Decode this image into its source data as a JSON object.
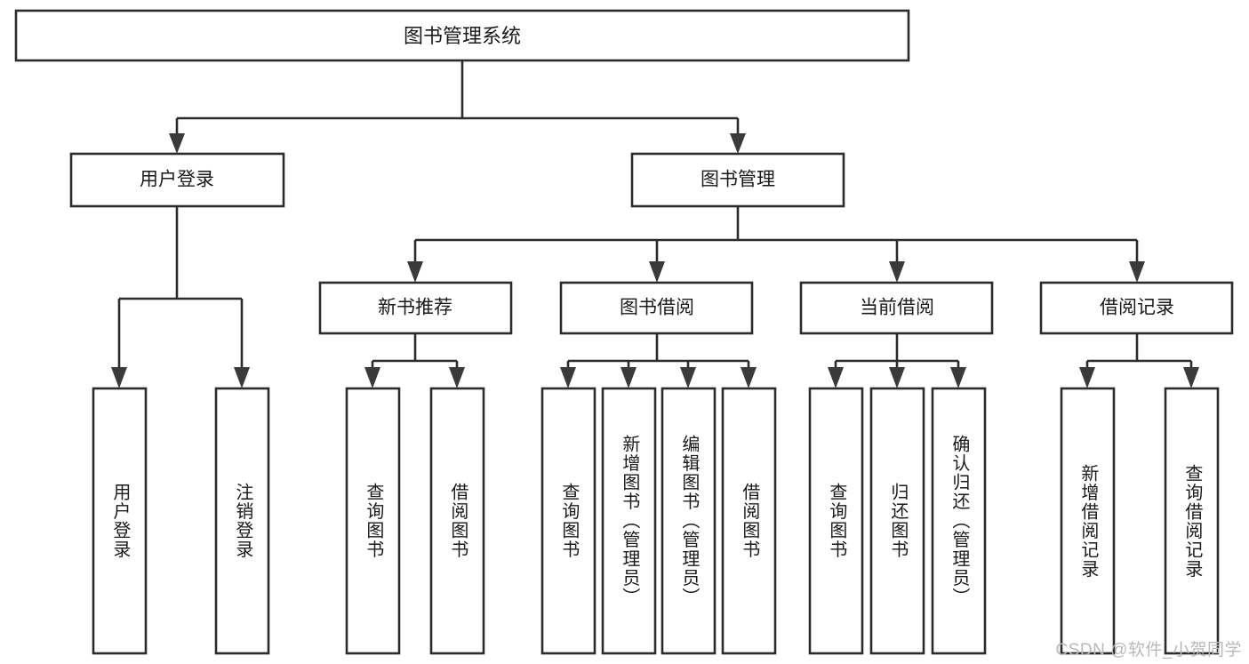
{
  "diagram": {
    "type": "tree-hierarchy",
    "title": "图书管理系统",
    "orientation": "top-down",
    "colors": {
      "background": "#ffffff",
      "box_fill": "#ffffff",
      "box_stroke": "#2b2b2b",
      "connector": "#2b2b2b",
      "arrow": "#3a3a3a",
      "text": "#1a1a1a",
      "watermark": "#b9b9b9"
    },
    "levels": {
      "root": {
        "label": "图书管理系统"
      },
      "level2": [
        {
          "label": "用户登录"
        },
        {
          "label": "图书管理"
        }
      ],
      "level3": [
        {
          "label": "新书推荐"
        },
        {
          "label": "图书借阅"
        },
        {
          "label": "当前借阅"
        },
        {
          "label": "借阅记录"
        }
      ],
      "leaves": {
        "user_login": [
          {
            "label": "用户登录"
          },
          {
            "label": "注销登录"
          }
        ],
        "new_book_recommend": [
          {
            "label": "查询图书"
          },
          {
            "label": "借阅图书"
          }
        ],
        "book_borrow": [
          {
            "label": "查询图书"
          },
          {
            "label": "新增图书（管理员）"
          },
          {
            "label": "编辑图书（管理员）"
          },
          {
            "label": "借阅图书"
          }
        ],
        "current_borrow": [
          {
            "label": "查询图书"
          },
          {
            "label": "归还图书"
          },
          {
            "label": "确认归还（管理员）"
          }
        ],
        "borrow_record": [
          {
            "label": "新增借阅记录"
          },
          {
            "label": "查询借阅记录"
          }
        ]
      }
    }
  },
  "watermark": {
    "text": "CSDN @软件_小贺同学"
  }
}
